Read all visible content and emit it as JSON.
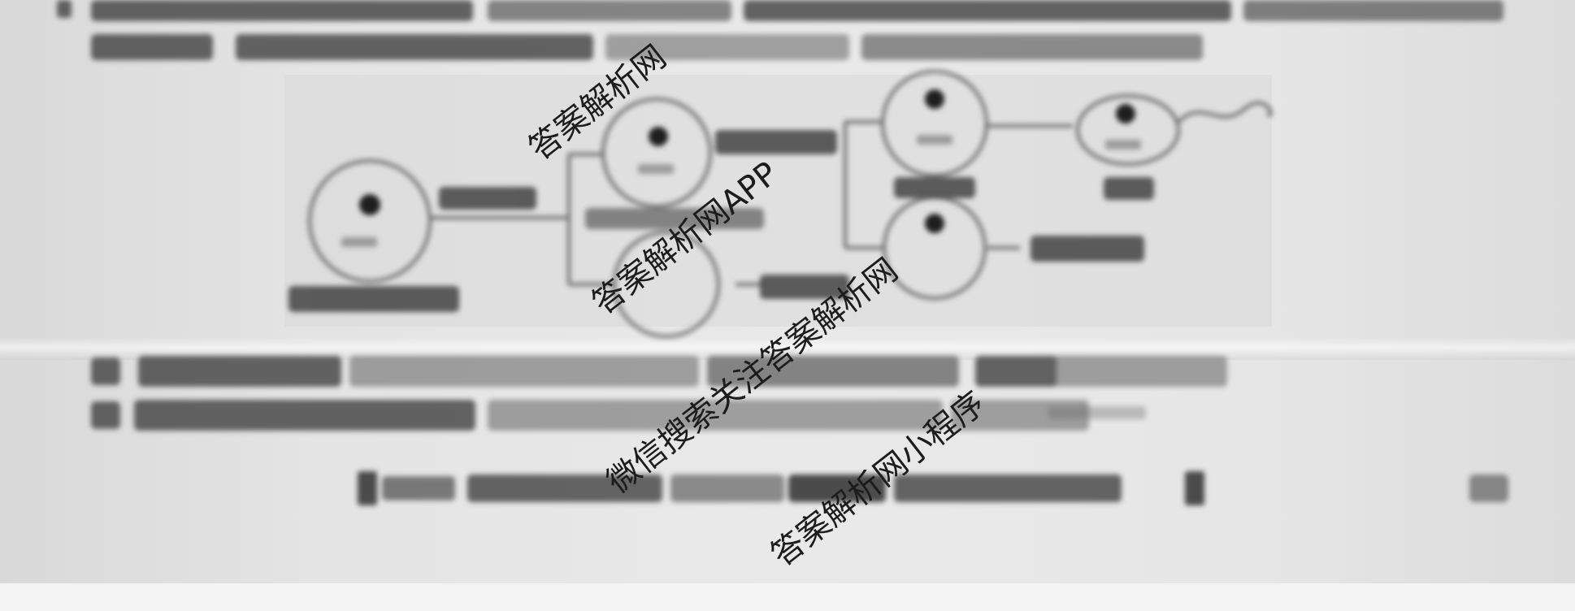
{
  "watermarks": [
    {
      "text": "答案解析网"
    },
    {
      "text": "答案解析网APP"
    },
    {
      "text": "微信搜索关注答案解析网"
    },
    {
      "text": "答案解析网小程序"
    }
  ]
}
